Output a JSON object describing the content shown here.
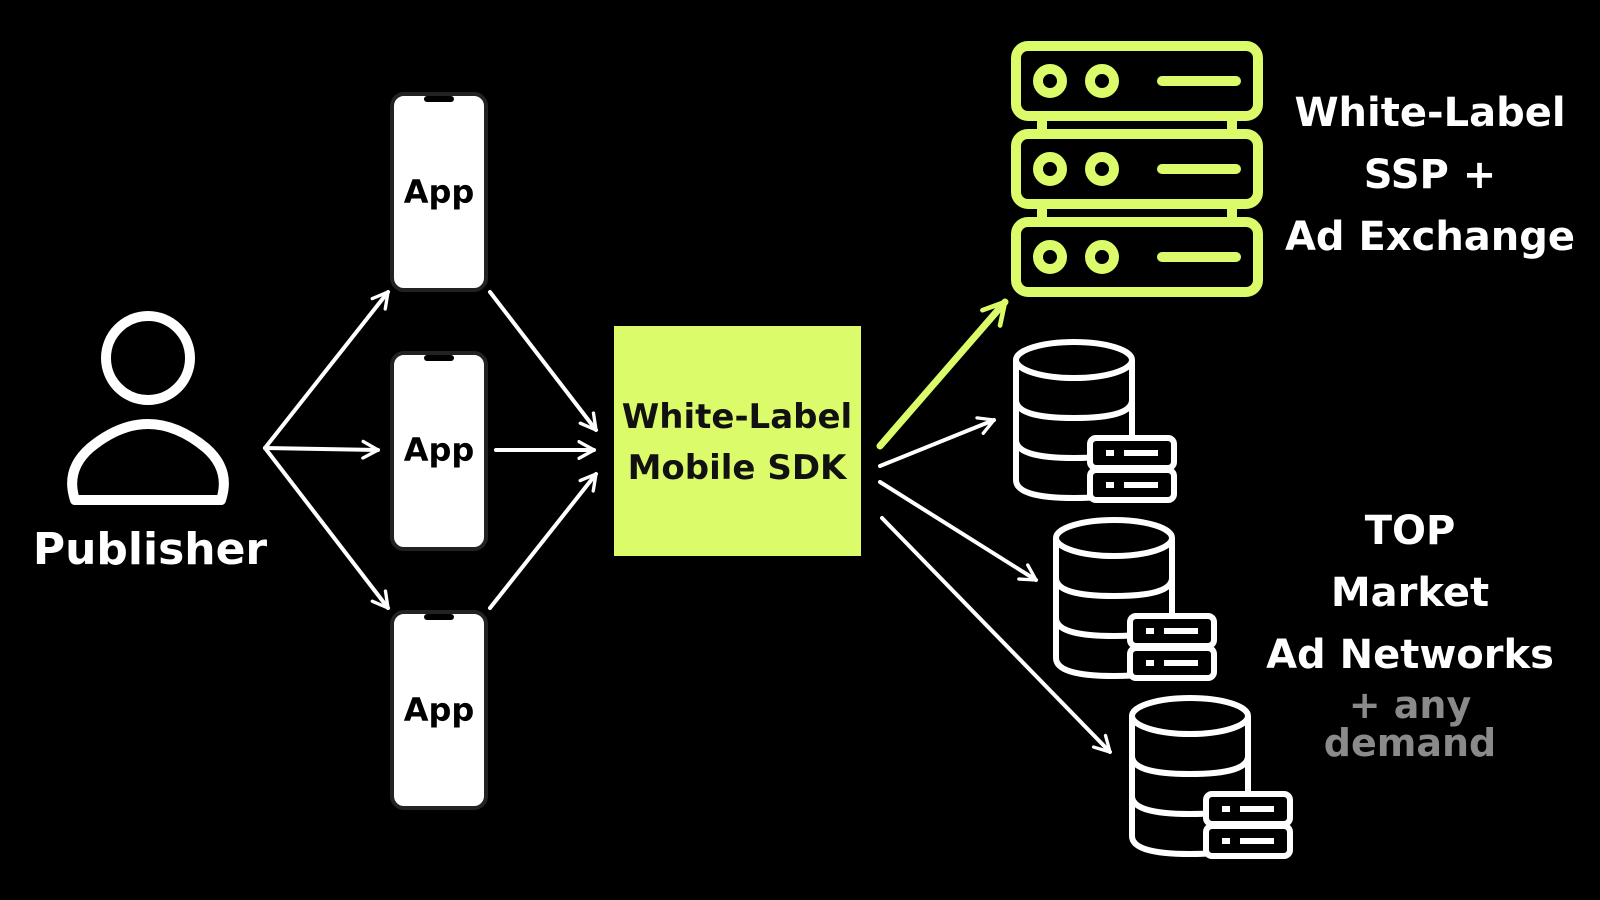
{
  "publisher": {
    "label": "Publisher"
  },
  "apps": [
    {
      "label": "App"
    },
    {
      "label": "App"
    },
    {
      "label": "App"
    }
  ],
  "sdk": {
    "line1": "White-Label",
    "line2": "Mobile SDK"
  },
  "ssp": {
    "line1": "White-Label",
    "line2": "SSP +",
    "line3": "Ad Exchange"
  },
  "networks": {
    "line1": "TOP",
    "line2": "Market",
    "line3": "Ad Networks",
    "extra": "+ any demand"
  },
  "colors": {
    "accent": "#dbfb6a",
    "background": "#000000",
    "text": "#ffffff",
    "muted": "#8a8a8a"
  }
}
